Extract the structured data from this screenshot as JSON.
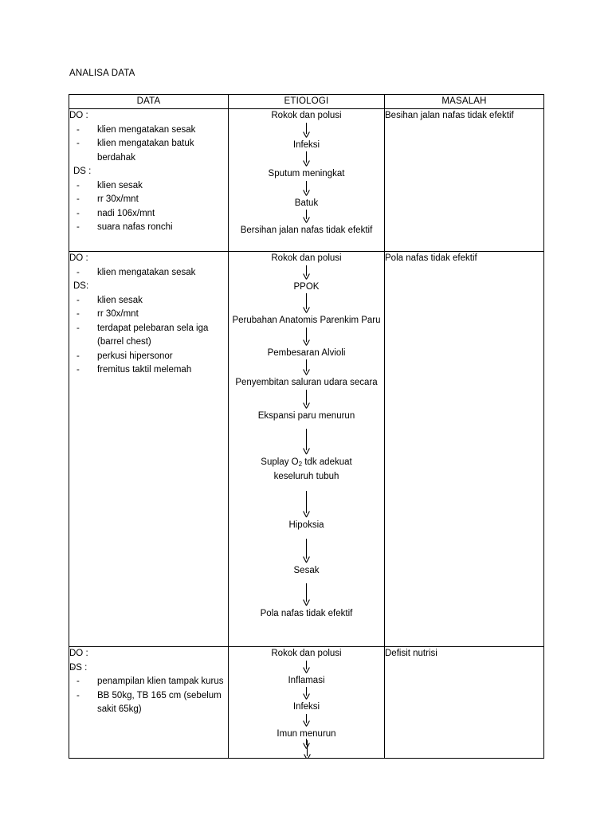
{
  "document": {
    "title": "ANALISA DATA"
  },
  "table": {
    "headers": {
      "data": "DATA",
      "etiologi": "ETIOLOGI",
      "masalah": "MASALAH"
    },
    "rows": [
      {
        "data": {
          "do_label": "DO :",
          "do_items": [
            "klien mengatakan sesak",
            "klien mengatakan batuk berdahak"
          ],
          "ds_label": "DS :",
          "ds_items": [
            "klien sesak",
            "rr 30x/mnt",
            "nadi 106x/mnt",
            "suara nafas ronchi"
          ]
        },
        "etiologi": [
          "Rokok dan polusi",
          "Infeksi",
          "Sputum meningkat",
          "Batuk",
          "Bersihan jalan nafas tidak efektif"
        ],
        "masalah": "Besihan jalan nafas tidak efektif"
      },
      {
        "data": {
          "do_label": "DO :",
          "do_items": [
            "klien mengatakan sesak"
          ],
          "ds_label": "DS:",
          "ds_items": [
            "klien sesak",
            "rr 30x/mnt",
            "terdapat pelebaran sela iga (barrel chest)",
            "perkusi hipersonor",
            "fremitus taktil melemah"
          ]
        },
        "etiologi": [
          "Rokok dan polusi",
          "PPOK",
          "Perubahan Anatomis Parenkim Paru",
          "Pembesaran Alvioli",
          "Penyembitan saluran udara secara",
          "Ekspansi paru menurun",
          "Suplay O2 tdk adekuat keseluruh tubuh",
          "Hipoksia",
          "Sesak",
          "Pola nafas tidak efektif"
        ],
        "masalah": "Pola nafas tidak efektif"
      },
      {
        "data": {
          "do_label": "DO :",
          "do_items": [
            ""
          ],
          "ds_label": "DS :",
          "ds_items": [
            "penampilan klien tampak kurus",
            "BB 50kg, TB 165 cm (sebelum sakit 65kg)"
          ]
        },
        "etiologi": [
          "Rokok dan polusi",
          "Inflamasi",
          "Infeksi",
          "Imun menurun"
        ],
        "masalah": "Defisit nutrisi"
      }
    ]
  }
}
